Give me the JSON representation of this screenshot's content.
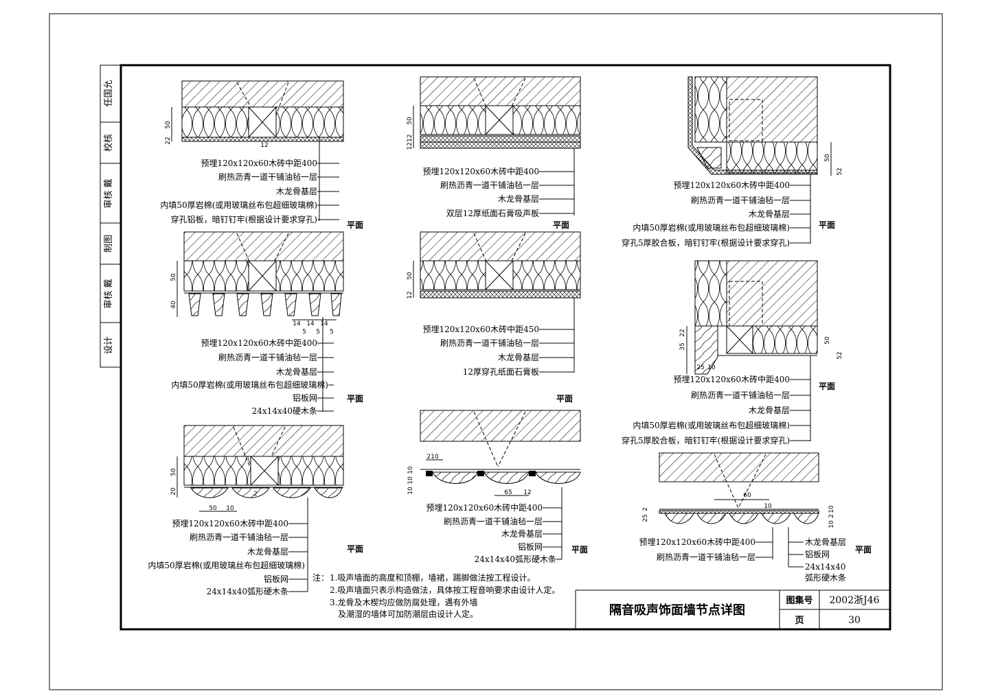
{
  "title_block": {
    "title": "隔音吸声饰面墙节点详图",
    "atlas_label": "图集号",
    "atlas_number": "2002浙J46",
    "page_label": "页",
    "page_number": "30"
  },
  "signature_column": [
    "任国允",
    "校核",
    "审核  戴",
    "制图",
    "审核  戴",
    "设计"
  ],
  "plan_label": "平面",
  "notes": {
    "prefix": "注：",
    "lines": [
      "1.吸声墙面的高度和顶棚，墙裙，踢脚做法按工程设计。",
      "2.吸声墙面只表示构造做法，具体按工程音响要求由设计人定。",
      "3.龙骨及木楔均应做防腐处理，遇有外墙",
      "及潮湿的墙体可加防潮层由设计人定。"
    ]
  },
  "details": {
    "d1": {
      "dims": [
        "50",
        "22",
        "12"
      ],
      "labels": [
        "预埋120x120x60木砖中距400",
        "刷热沥青一道干铺油毡一层",
        "木龙骨基层",
        "内填50厚岩棉(或用玻璃丝布包超细玻璃棉)",
        "穿孔铝板，暗钉钉牢(根据设计要求穿孔)"
      ]
    },
    "d2": {
      "dims": [
        "50",
        "40",
        "14",
        "14",
        "14",
        "5",
        "5",
        "5"
      ],
      "labels": [
        "预埋120x120x60木砖中距400",
        "刷热沥青一道干铺油毡一层",
        "木龙骨基层",
        "内填50厚岩棉(或用玻璃丝布包超细玻璃棉)",
        "铝板网",
        "24x14x40硬木条"
      ]
    },
    "d3": {
      "dims": [
        "50",
        "20",
        "2",
        "50",
        "10"
      ],
      "labels": [
        "预埋120x120x60木砖中距400",
        "刷热沥青一道干铺油毡一层",
        "木龙骨基层",
        "内填50厚岩棉(或用玻璃丝布包超细玻璃棉)",
        "铝板网",
        "24x14x40弧形硬木条"
      ]
    },
    "d4": {
      "dims": [
        "50",
        "1212"
      ],
      "labels": [
        "预埋120x120x60木砖中距400",
        "刷热沥青一道干铺油毡一层",
        "木龙骨基层",
        "双层12厚纸面石膏吸声板"
      ]
    },
    "d5": {
      "dims": [
        "50",
        "12"
      ],
      "labels": [
        "预埋120x120x60木砖中距450",
        "刷热沥青一道干铺油毡一层",
        "木龙骨基层",
        "12厚穿孔纸面石膏板"
      ]
    },
    "d6": {
      "dims": [
        "210",
        "10",
        "10",
        "10",
        "65",
        "12"
      ],
      "labels": [
        "预埋120x120x60木砖中距400",
        "刷热沥青一道干铺油毡一层",
        "木龙骨基层",
        "铝板网",
        "24x14x40弧形硬木条"
      ]
    },
    "d7": {
      "dims": [
        "50",
        "52"
      ],
      "labels": [
        "预埋120x120x60木砖中距400",
        "刷热沥青一道干铺油毡一层",
        "木龙骨基层",
        "内填50厚岩棉(或用玻璃丝布包超细玻璃棉)",
        "穿孔5厚胶合板，暗钉钉牢(根据设计要求穿孔)"
      ]
    },
    "d8": {
      "dims": [
        "22",
        "35",
        "50",
        "52",
        "25",
        "10"
      ],
      "labels": [
        "预埋120x120x60木砖中距400",
        "刷热沥青一道干铺油毡一层",
        "木龙骨基层",
        "内填50厚岩棉(或用玻璃丝布包超细玻璃棉)",
        "穿孔5厚胶合板，暗钉钉牢(根据设计要求穿孔)"
      ]
    },
    "d9": {
      "dims": [
        "60",
        "10",
        "25",
        "2",
        "10",
        "2",
        "10"
      ],
      "labels_left": [
        "预埋120x120x60木砖中距400",
        "刷热沥青一道干铺油毡一层"
      ],
      "labels_right": [
        "木龙骨基层",
        "铝板网",
        "24x14x40",
        "弧形硬木条"
      ]
    }
  }
}
